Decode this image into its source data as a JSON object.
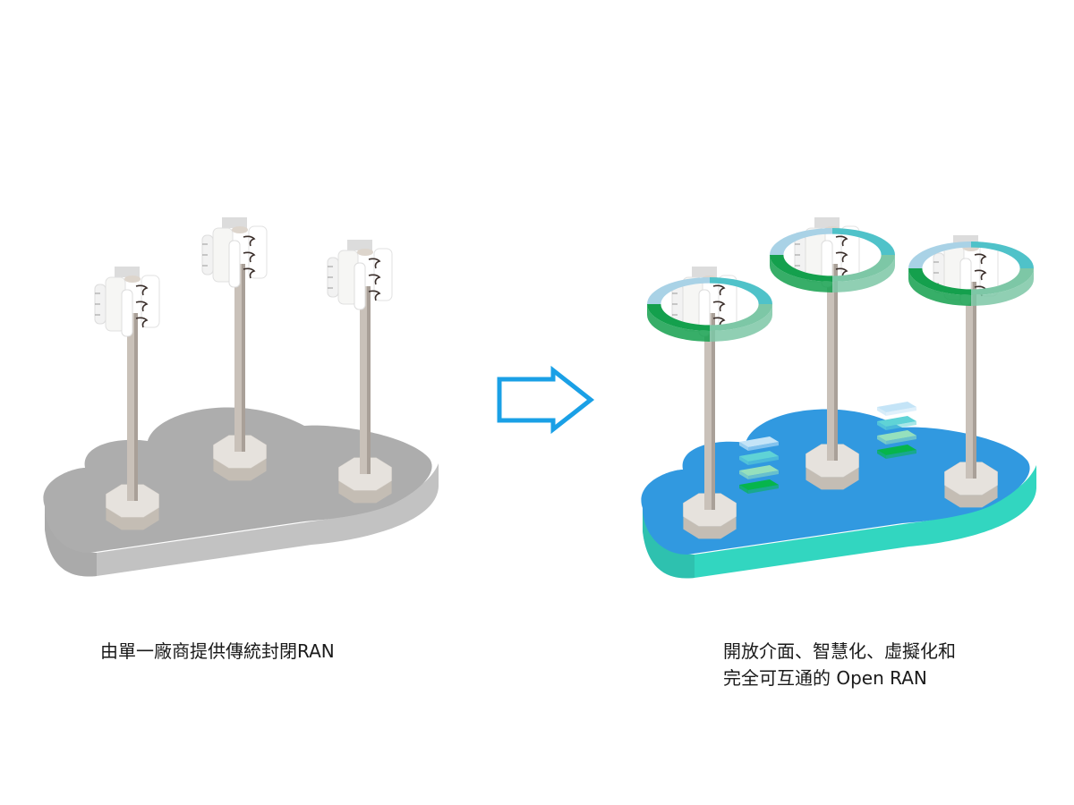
{
  "left_panel": {
    "caption": "由單一廠商提供傳統封閉RAN",
    "towers": 3,
    "platform_colors": {
      "top": "#adadad",
      "side": "#c2c2c2",
      "side_dark": "#9a9a9a"
    }
  },
  "arrow": {
    "direction": "right",
    "color": "#1aa0e6"
  },
  "right_panel": {
    "caption_lines": [
      "開放介面、智慧化、虛擬化和",
      "完全可互通的 Open RAN"
    ],
    "towers": 3,
    "ring_segments": [
      "#a9d2e6",
      "#4fc2c9",
      "#7dc7a6",
      "#14a04d"
    ],
    "layer_stacks": 2,
    "layer_colors": [
      "#c4e4f7",
      "#5fd3d6",
      "#95e0bd",
      "#06b54c"
    ],
    "platform_colors": {
      "top": "#3199e0",
      "side": "#32d6c0",
      "side_dark": "#2bb3a4"
    }
  },
  "common_colors": {
    "pole": "#c9c1b9",
    "pole_shade": "#a9a098",
    "base_top": "#e6e2dd",
    "base_side": "#c4bdb4",
    "antenna": "#f6f6f4"
  }
}
